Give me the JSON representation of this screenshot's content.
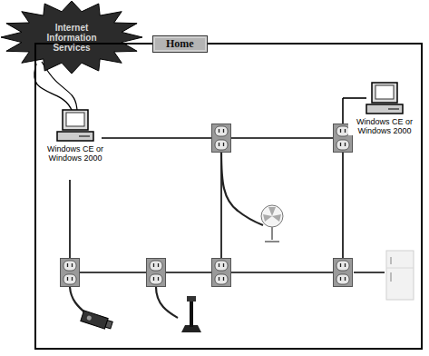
{
  "diagram": {
    "nodes": [
      {
        "text": [
          "Internet Information Services"
        ]
      },
      {
        "text": [
          "Home"
        ]
      },
      {
        "text": [
          "Windows CE or Windows 2000"
        ],
        "in": 1
      },
      {
        "text": [
          "Windows CE or Windows 2000"
        ],
        "in": 1
      }
    ],
    "edges": [
      {
        "from": 0,
        "to": 2,
        "arrow": "none"
      }
    ]
  }
}
